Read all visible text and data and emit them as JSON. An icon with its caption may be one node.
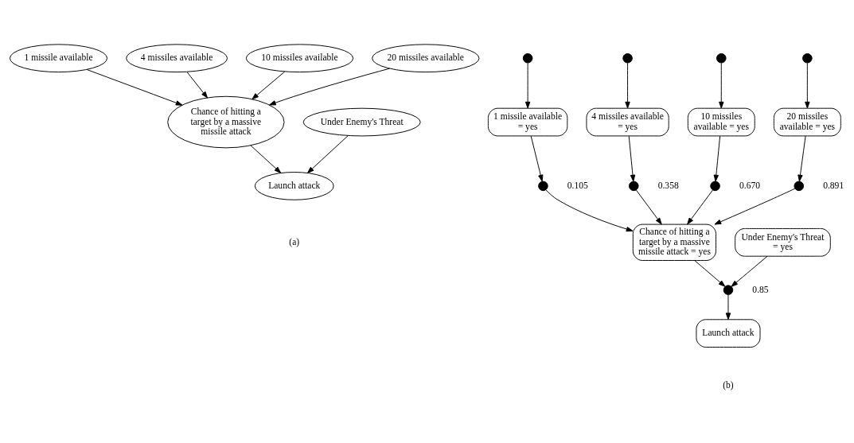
{
  "diagram": {
    "nodes": [
      {
        "text": [
          "1 missile available"
        ]
      },
      {
        "text": [
          "4 missiles available"
        ]
      },
      {
        "text": [
          "10 missiles available"
        ]
      },
      {
        "text": [
          "20 missiles available"
        ]
      },
      {
        "text": [
          "Chance of hitting a target by a massive missile attack"
        ]
      },
      {
        "text": [
          "Under Enemy's Threat"
        ]
      },
      {
        "text": [
          "Launch attack"
        ]
      },
      {
        "text": [],
        "shape": "circle"
      },
      {
        "text": [],
        "shape": "circle"
      },
      {
        "text": [],
        "shape": "circle"
      },
      {
        "text": [],
        "shape": "circle"
      },
      {
        "text": [
          "4 missiles available = yes"
        ]
      },
      {
        "text": [
          "1 missile available = yes"
        ]
      },
      {
        "text": [
          "10 missiles available = yes"
        ]
      },
      {
        "text": [
          "20 missiles available = yes"
        ]
      },
      {
        "text": [],
        "shape": "circle",
        "beside": [
          "0.105"
        ]
      },
      {
        "text": [],
        "shape": "circle",
        "beside": [
          "0.358"
        ]
      },
      {
        "text": [],
        "shape": "circle",
        "beside": [
          "0.670"
        ]
      },
      {
        "text": [],
        "shape": "circle",
        "beside": [
          "0.891"
        ]
      },
      {
        "text": [
          "Chance of hitting a target by a massive missile attack = yes"
        ]
      },
      {
        "text": [
          "Under Enemy's Threat = yes"
        ]
      },
      {
        "text": [],
        "shape": "circle",
        "beside": [
          "0.85"
        ]
      },
      {
        "text": [
          "Launch attack"
        ]
      }
    ],
    "edges": [
      {
        "from": 0,
        "to": 4,
        "arrow": "to"
      },
      {
        "from": 1,
        "to": 4,
        "arrow": "to"
      },
      {
        "from": 2,
        "to": 4,
        "arrow": "to"
      },
      {
        "from": 3,
        "to": 4,
        "arrow": "to"
      },
      {
        "from": 4,
        "to": 6,
        "arrow": "to"
      },
      {
        "from": 5,
        "to": 6,
        "arrow": "to"
      },
      {
        "from": 7,
        "to": 12,
        "arrow": "to"
      },
      {
        "from": 8,
        "to": 11,
        "arrow": "to"
      },
      {
        "from": 9,
        "to": 13,
        "arrow": "to"
      },
      {
        "from": 10,
        "to": 14,
        "arrow": "to"
      },
      {
        "from": 12,
        "to": 15,
        "arrow": "to"
      },
      {
        "from": 11,
        "to": 16,
        "arrow": "to"
      },
      {
        "from": 13,
        "to": 17,
        "arrow": "to"
      },
      {
        "from": 14,
        "to": 18,
        "arrow": "to"
      },
      {
        "from": 15,
        "to": 19,
        "arrow": "to"
      },
      {
        "from": 16,
        "to": 19,
        "arrow": "to"
      },
      {
        "from": 17,
        "to": 19,
        "arrow": "to"
      },
      {
        "from": 18,
        "to": 19,
        "arrow": "to"
      },
      {
        "from": 19,
        "to": 21,
        "arrow": "to"
      },
      {
        "from": 20,
        "to": 21,
        "arrow": "to"
      },
      {
        "from": 21,
        "to": 22,
        "arrow": "to"
      }
    ],
    "labels": [
      "(a)",
      "(b)"
    ]
  }
}
